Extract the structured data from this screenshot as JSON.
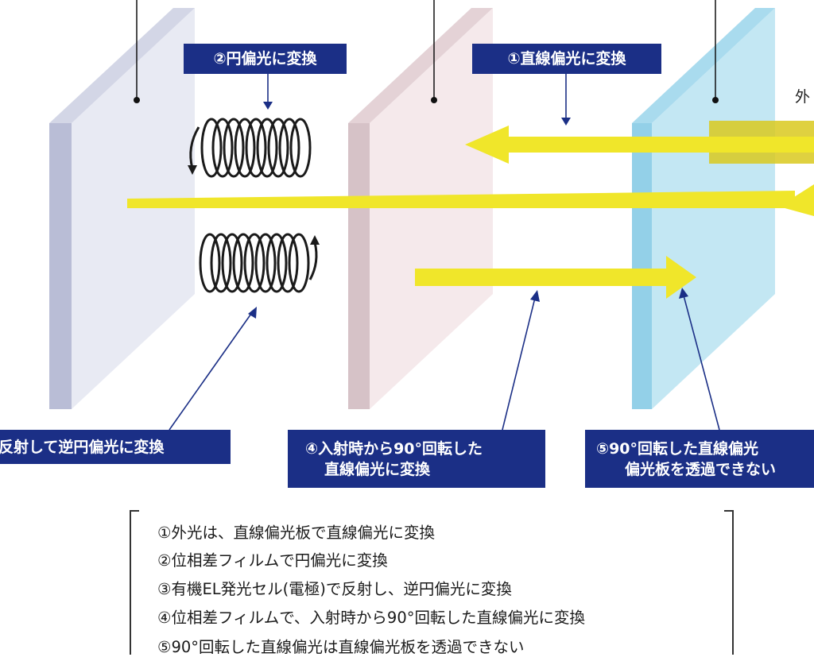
{
  "labels": {
    "step1_callout": "①直線偏光に変換",
    "step2_callout": "②円偏光に変換",
    "step3_callout": "反射して逆円偏光に変換",
    "step4_callout_line1": "④入射時から90°回転した",
    "step4_callout_line2": "直線偏光に変換",
    "step5_callout_line1": "⑤90°回転した直線偏光",
    "step5_callout_line2": "偏光板を透過できない",
    "outside_light": "外"
  },
  "steps": [
    "①外光は、直線偏光板で直線偏光に変換",
    "②位相差フィルムで円偏光に変換",
    "③有機EL発光セル(電極)で反射し、逆円偏光に変換",
    "④位相差フィルムで、入射時から90°回転した直線偏光に変換",
    "⑤90°回転した直線偏光は直線偏光板を透過できない"
  ],
  "colors": {
    "callout_bg": "#1b2f86",
    "light_beam": "#f0e62a",
    "panel_el_cell": "#e6e8f2",
    "panel_retarder": "#f3e6e8",
    "panel_polarizer": "#bfe6f2"
  }
}
